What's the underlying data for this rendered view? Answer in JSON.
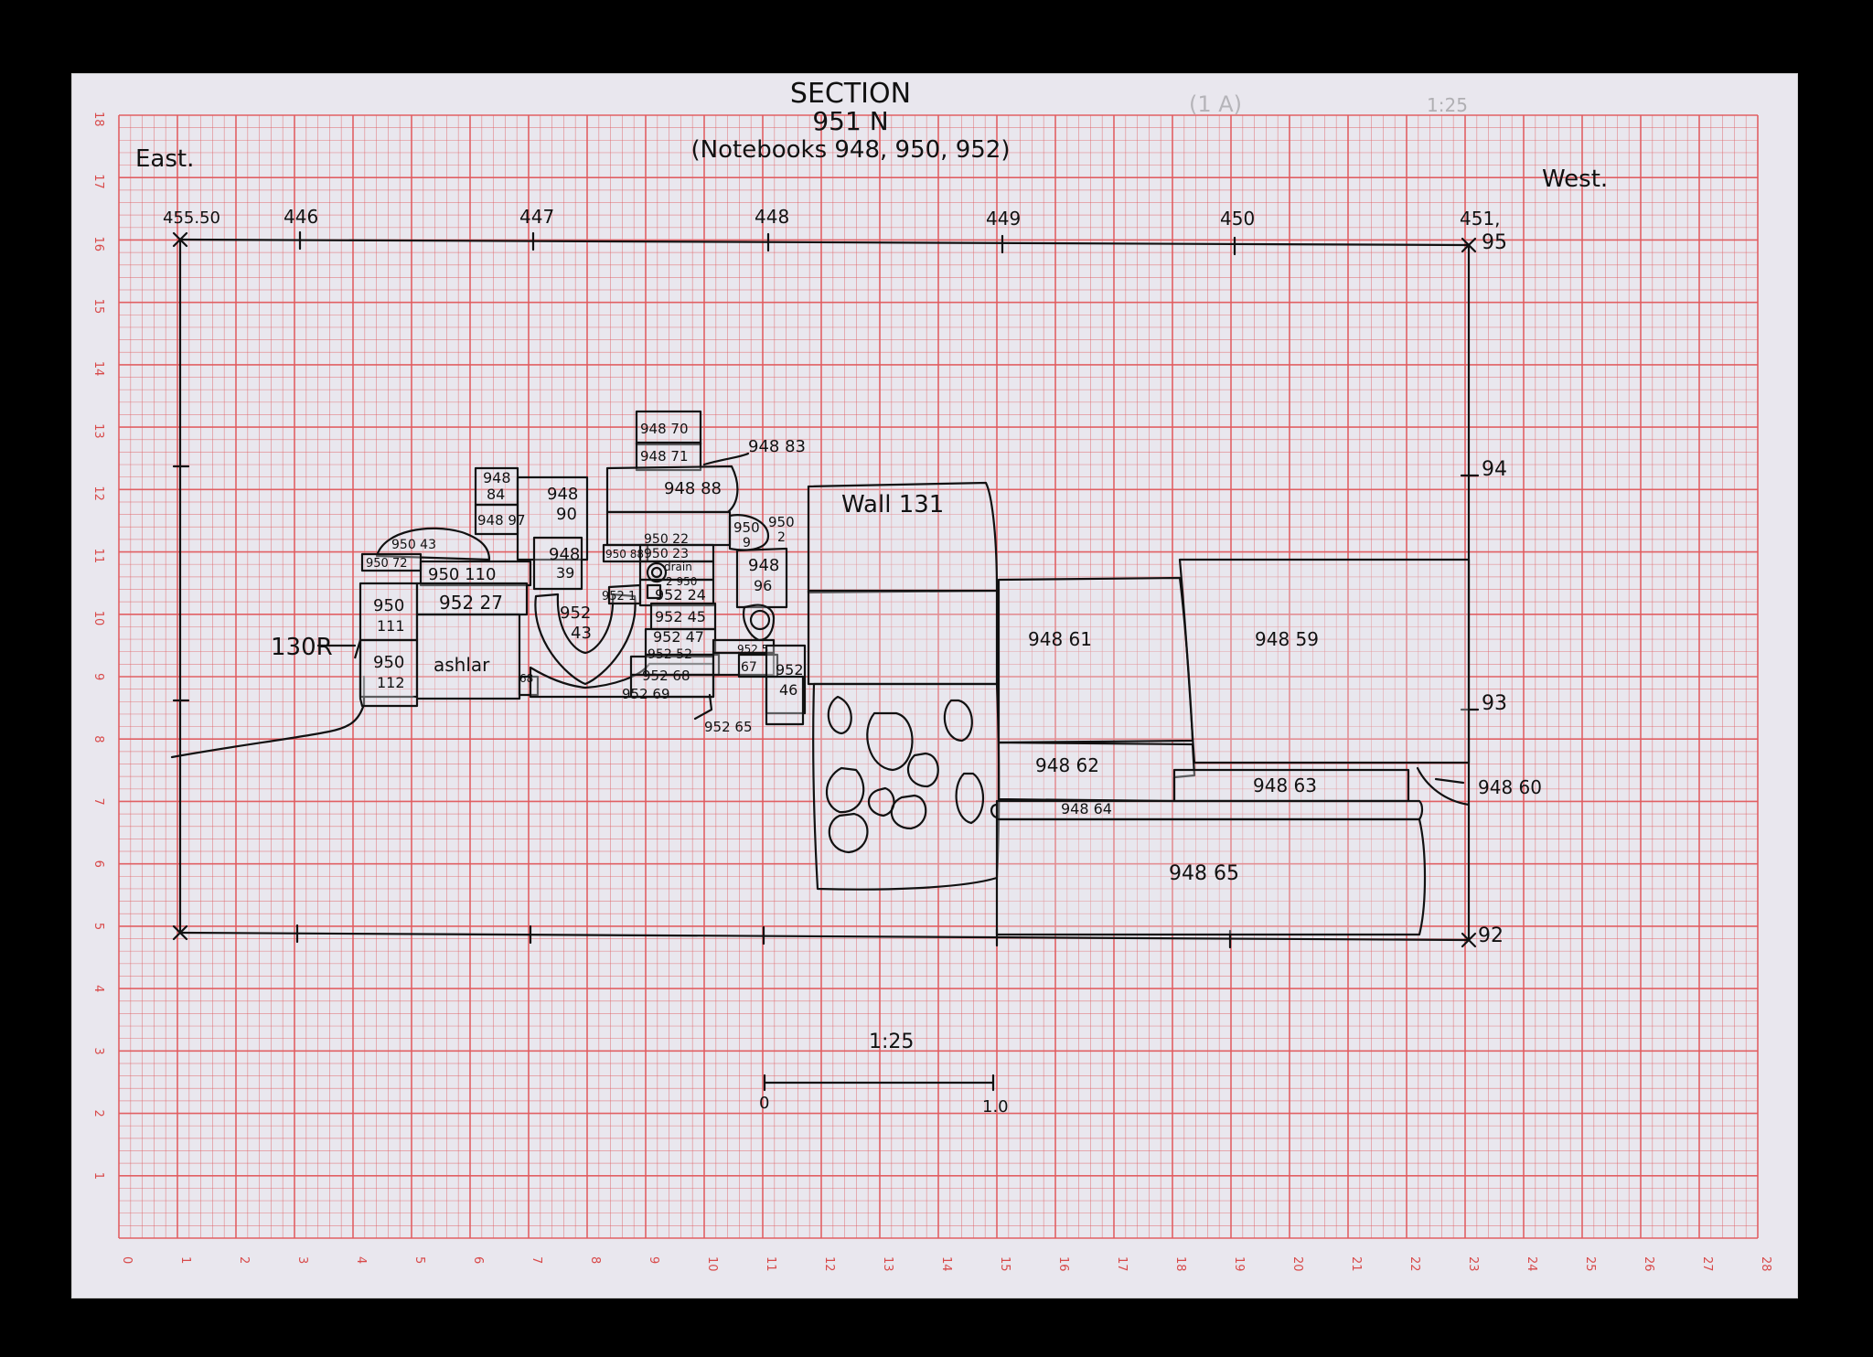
{
  "drawing": {
    "title": "SECTION",
    "subtitle": "951 N",
    "notebooks": "(Notebooks 948, 950, 952)",
    "faint_header": "(1 A)",
    "faint_corner": "1:25",
    "east": "East.",
    "west": "West.",
    "scale_ratio": "1:25",
    "scale_start": "0",
    "scale_end": "1.0",
    "top_labels": [
      "455.50",
      "446",
      "447",
      "448",
      "449",
      "450",
      "451,"
    ],
    "right_labels": [
      "95",
      "94",
      "93",
      "92"
    ],
    "grid_bottom_numbers": [
      "0",
      "1",
      "2",
      "3",
      "4",
      "5",
      "6",
      "7",
      "8",
      "9",
      "10",
      "11",
      "12",
      "13",
      "14",
      "15",
      "16",
      "17",
      "18",
      "19",
      "20",
      "21",
      "22",
      "23",
      "24",
      "25",
      "26",
      "27",
      "28"
    ],
    "grid_left_numbers": [
      "1",
      "2",
      "3",
      "4",
      "5",
      "6",
      "7",
      "8",
      "9",
      "10",
      "11",
      "12",
      "13",
      "14",
      "15",
      "16",
      "17",
      "18"
    ],
    "feature_label": "130R",
    "wall_label": "Wall 131",
    "blocks": {
      "b948_70": "948 70",
      "b948_71": "948 71",
      "b948_83": "948 83",
      "b948_88": "948 88",
      "b948_84a": "948",
      "b948_84b": "84",
      "b948_97": "948 97",
      "b948_90a": "948",
      "b948_90b": "90",
      "b950_43": "950 43",
      "b950_72": "950 72",
      "b950_110": "950 110",
      "b948_39a": "948",
      "b948_39b": "39",
      "b950_22": "950 22",
      "b950_23": "950 23",
      "b950_88": "950 88",
      "b950_9a": "950",
      "b950_9b": "9",
      "b950_2a": "950",
      "b950_2b": "2",
      "b948_96a": "948",
      "b948_96b": "96",
      "b950_111a": "950",
      "b950_111b": "111",
      "b952_27": "952 27",
      "b952_43a": "952",
      "b952_43b": "43",
      "b952_1": "952 1",
      "b952_24": "952 24",
      "b952_45": "952 45",
      "b952_47": "952 47",
      "b952_52": "952 52",
      "b952_5": "952 5",
      "b952_67": "67",
      "b952_46a": "952",
      "b952_46b": "46",
      "b950_112a": "950",
      "b950_112b": "112",
      "ashlar": "ashlar",
      "b68": "68",
      "b952_68": "952 68",
      "b952_69": "952 69",
      "b952_65": "952 65",
      "drain_a": "drain",
      "drain_b": "2 950",
      "b948_61": "948 61",
      "b948_59": "948 59",
      "b948_62": "948 62",
      "b948_63": "948 63",
      "b948_60": "948 60",
      "b948_64": "948 64",
      "b948_65": "948 65"
    }
  }
}
